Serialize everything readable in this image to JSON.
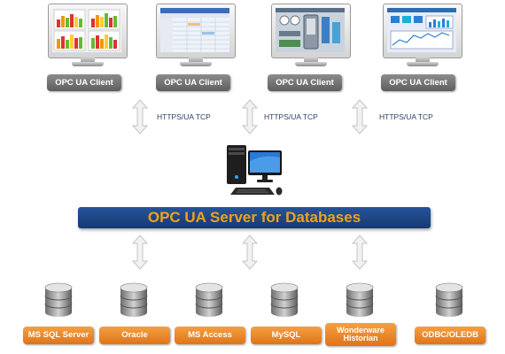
{
  "clients": [
    {
      "label": "OPC UA Client",
      "screen_icon": "gauges-dashboard-icon"
    },
    {
      "label": "OPC UA Client",
      "screen_icon": "spreadsheet-app-icon"
    },
    {
      "label": "OPC UA Client",
      "screen_icon": "scada-hmi-icon"
    },
    {
      "label": "OPC UA Client",
      "screen_icon": "analytics-dashboard-icon"
    }
  ],
  "protocols": [
    "HTTPS/UA TCP",
    "HTTPS/UA TCP",
    "HTTPS/UA TCP"
  ],
  "server": {
    "title": "OPC UA Server for Databases",
    "icon": "desktop-computer-icon"
  },
  "databases": [
    {
      "label": "MS SQL Server"
    },
    {
      "label": "Oracle"
    },
    {
      "label": "MS Access"
    },
    {
      "label": "MySQL"
    },
    {
      "label": "Wonderware Historian"
    },
    {
      "label": "ODBC/OLEDB"
    }
  ],
  "colors": {
    "server_bar": "#1e4a8c",
    "server_text": "#f0a21a",
    "client_button": "#707070",
    "db_button": "#ec8a2c",
    "arrow": "#cfcfcf"
  }
}
